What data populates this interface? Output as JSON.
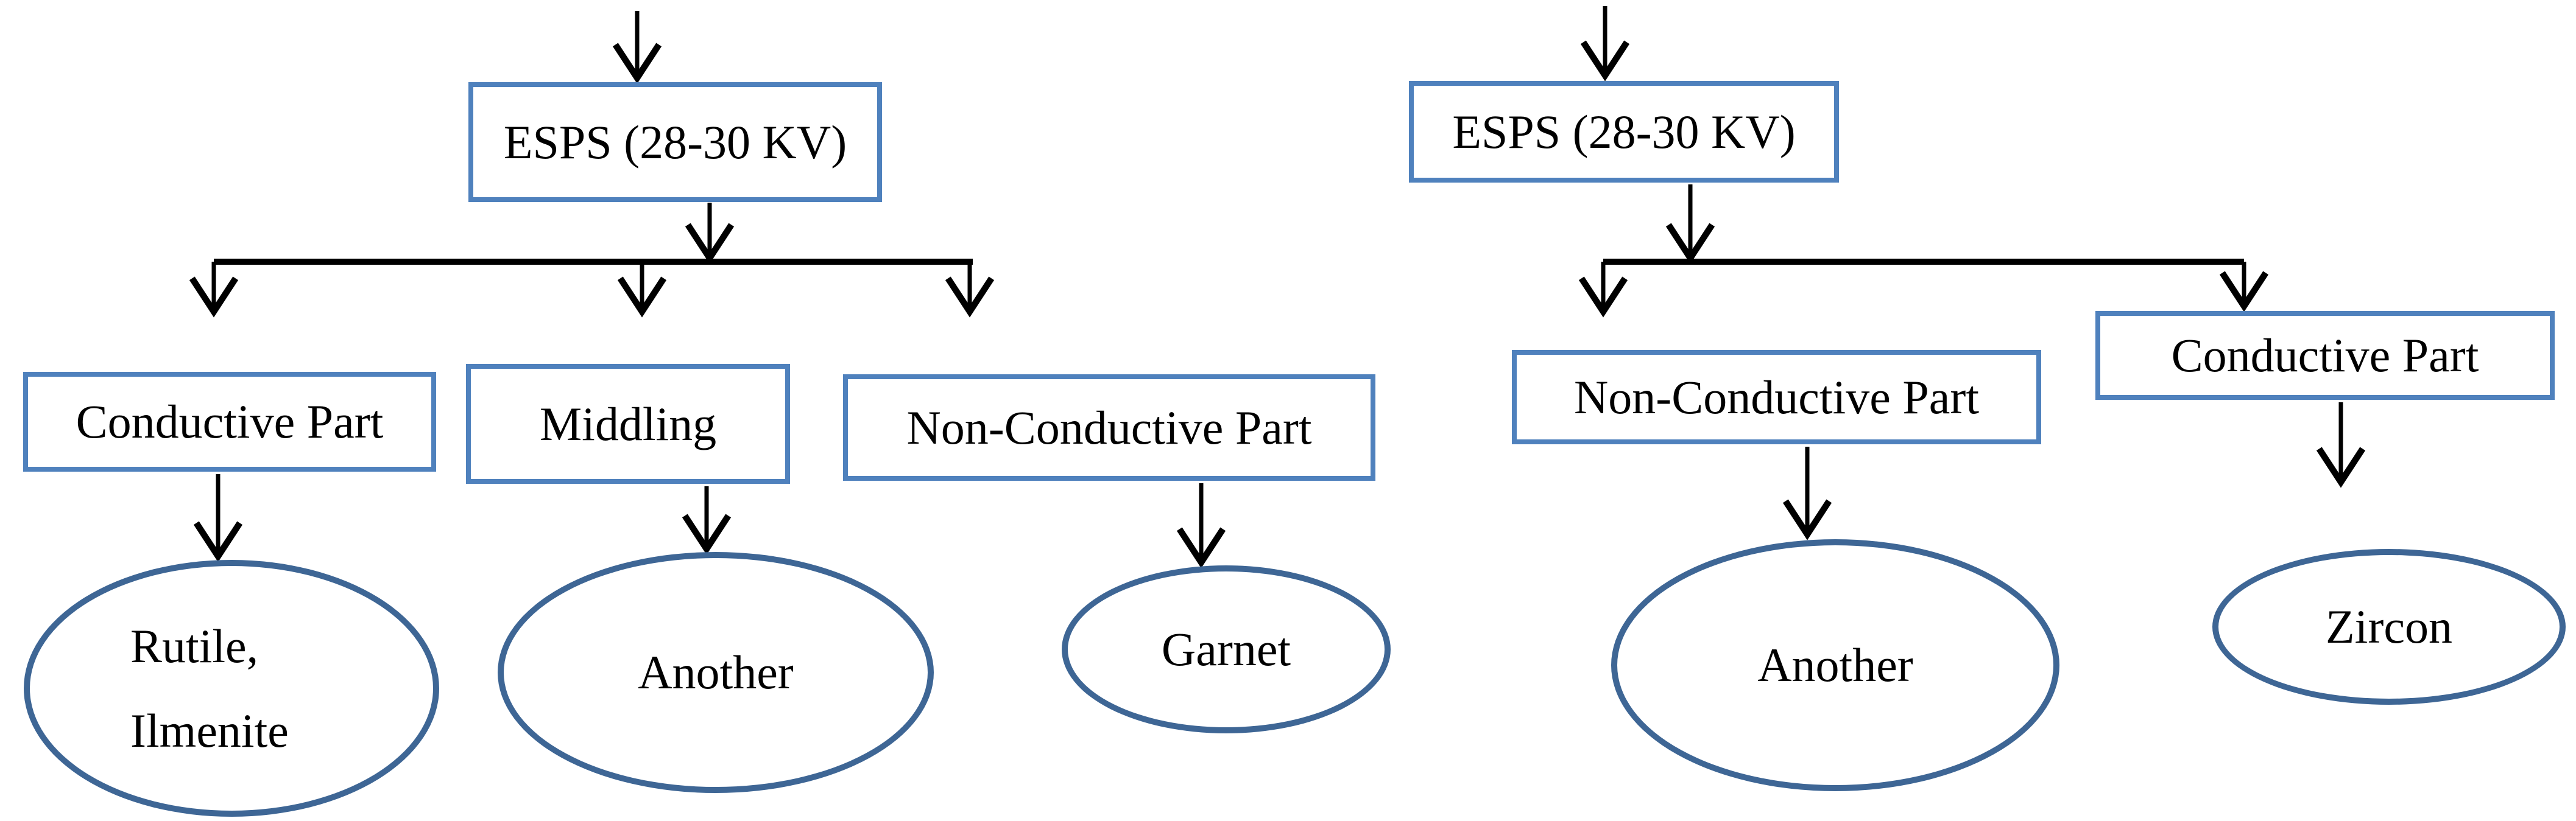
{
  "diagram": {
    "description": "Two electrostatic separation flowcharts (ESPS = electrostatic plate separator)",
    "colors": {
      "box_border": "#4f81bd",
      "ellipse_border": "#3e6695",
      "connector": "#000000",
      "text": "#000000",
      "background": "#ffffff"
    },
    "left_chart": {
      "root_label": "ESPS (28-30 KV)",
      "branch_labels": [
        "Conductive Part",
        "Middling",
        "Non-Conductive Part"
      ],
      "outputs": [
        "Rutile, Ilmenite",
        "Another",
        "Garnet"
      ]
    },
    "right_chart": {
      "root_label": "ESPS (28-30 KV)",
      "branch_labels": [
        "Non-Conductive Part",
        "Conductive Part"
      ],
      "outputs": [
        "Another",
        "Zircon"
      ]
    }
  },
  "nodes": {
    "l_root": "ESPS (28-30 KV)",
    "l_box1": "Conductive Part",
    "l_box2": "Middling",
    "l_box3": "Non-Conductive Part",
    "l_ell1_line1": "Rutile,",
    "l_ell1_line2": "Ilmenite",
    "l_ell2": "Another",
    "l_ell3": "Garnet",
    "r_root": "ESPS (28-30 KV)",
    "r_box1": "Non-Conductive Part",
    "r_box2": "Conductive Part",
    "r_ell1": "Another",
    "r_ell2": "Zircon"
  }
}
